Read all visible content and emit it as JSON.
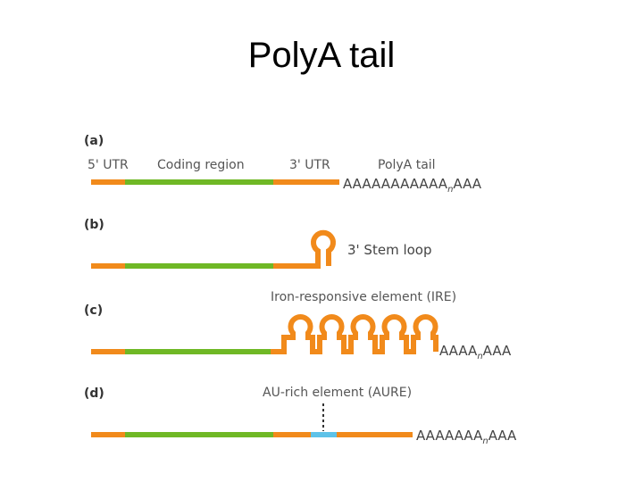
{
  "title": "PolyA tail",
  "colors": {
    "utr": "#f18a1b",
    "coding": "#6fb825",
    "aure": "#5ec2e8",
    "dashed": "#333333"
  },
  "panels": {
    "a": {
      "label": "(a)",
      "region_labels": {
        "utr5": "5' UTR",
        "coding": "Coding region",
        "utr3": "3' UTR",
        "polya": "PolyA tail"
      },
      "polya": {
        "prefix": "AAAAAAAAAAA",
        "sub": "n",
        "suffix": "AAA"
      }
    },
    "b": {
      "label": "(b)",
      "stem_label": "3' Stem loop"
    },
    "c": {
      "label": "(c)",
      "ire_label": "Iron-responsive element (IRE)",
      "polya": {
        "prefix": "AAAA",
        "sub": "n",
        "suffix": "AAA"
      }
    },
    "d": {
      "label": "(d)",
      "aure_label": "AU-rich element (AURE)",
      "polya": {
        "prefix": "AAAAAAA",
        "sub": "n",
        "suffix": "AAA"
      }
    }
  }
}
